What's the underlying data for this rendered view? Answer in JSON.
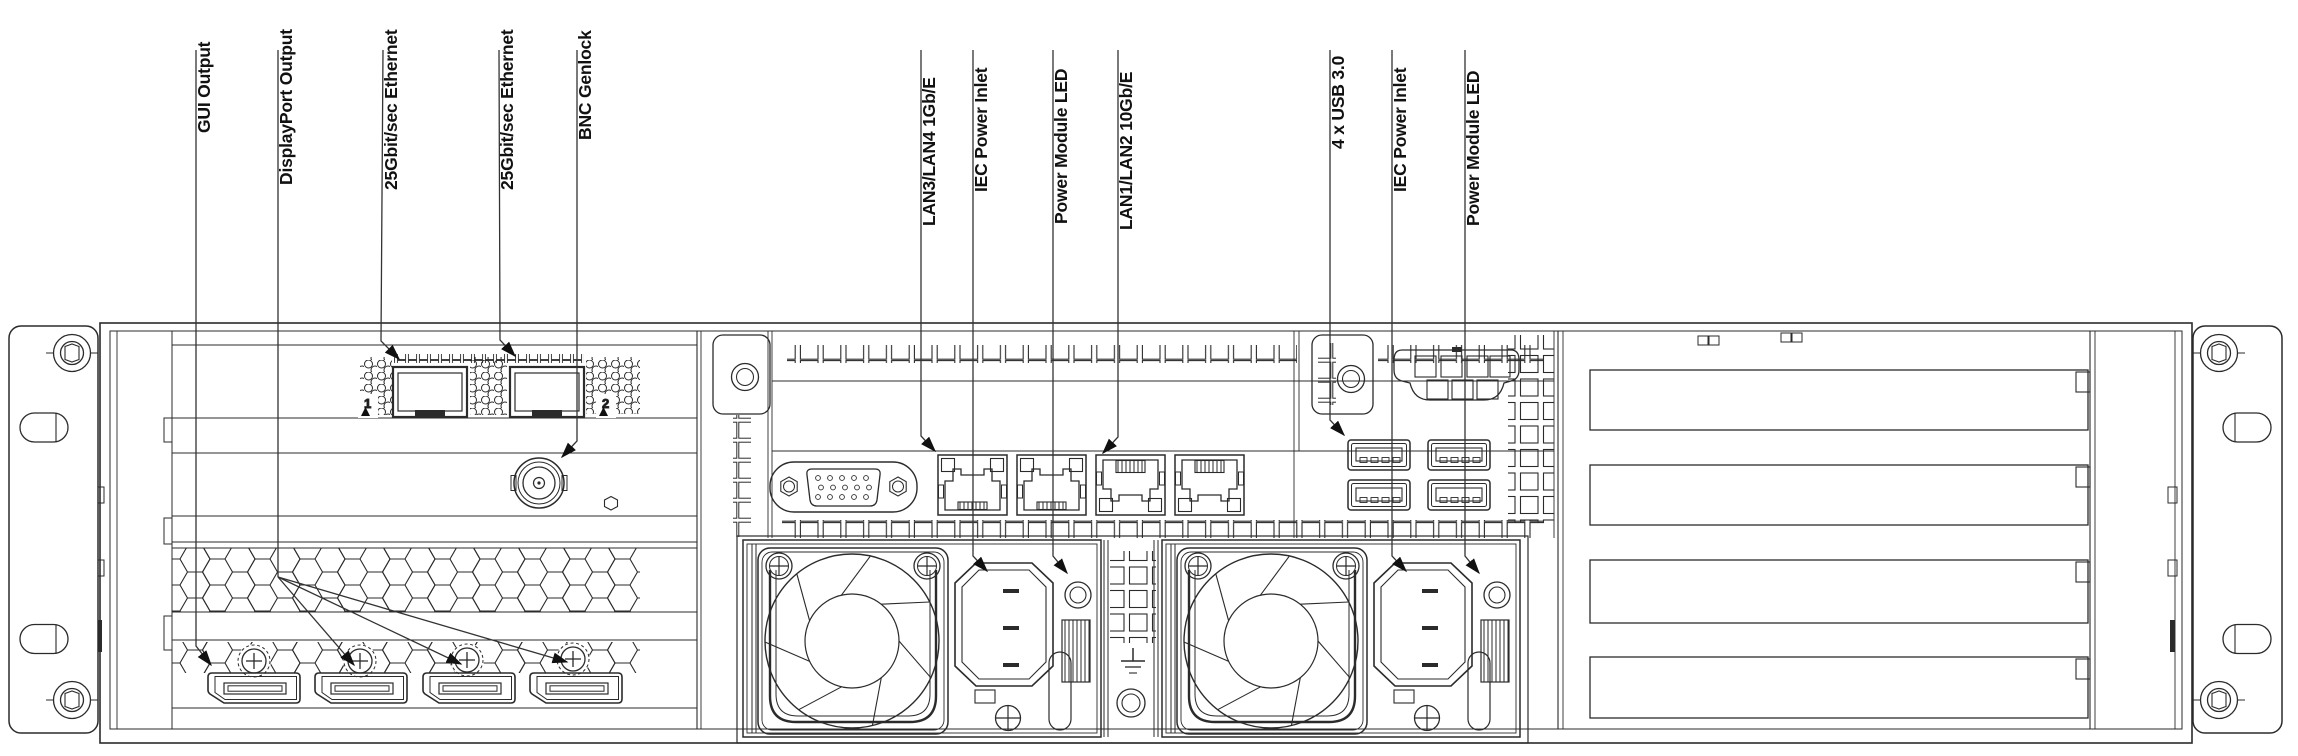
{
  "diagram": {
    "background": "#ffffff",
    "line_color": "#2b2b2b",
    "labels": [
      {
        "text": "GUI Output"
      },
      {
        "text": "DisplayPort Output"
      },
      {
        "text": "25Gbit/sec Ethernet"
      },
      {
        "text": "25Gbit/sec Ethernet"
      },
      {
        "text": "BNC Genlock"
      },
      {
        "text": "LAN3/LAN4 1Gb/E"
      },
      {
        "text": "IEC Power Inlet"
      },
      {
        "text": "Power Module LED"
      },
      {
        "text": "LAN1/LAN2 10Gb/E"
      },
      {
        "text": "4 x USB 3.0"
      },
      {
        "text": "IEC Power Inlet"
      },
      {
        "text": "Power Module LED"
      }
    ],
    "port_markers": {
      "sfp1": "1",
      "sfp2": "2"
    },
    "component_counts": {
      "displayport_outputs": 4,
      "sfp28_cages": 2,
      "rj45_ports": 4,
      "usb3_ports": 4,
      "power_modules": 2,
      "expansion_slots": 4,
      "bnc_connectors": 1,
      "vga_connectors": 1,
      "rack_ears": 2
    }
  }
}
